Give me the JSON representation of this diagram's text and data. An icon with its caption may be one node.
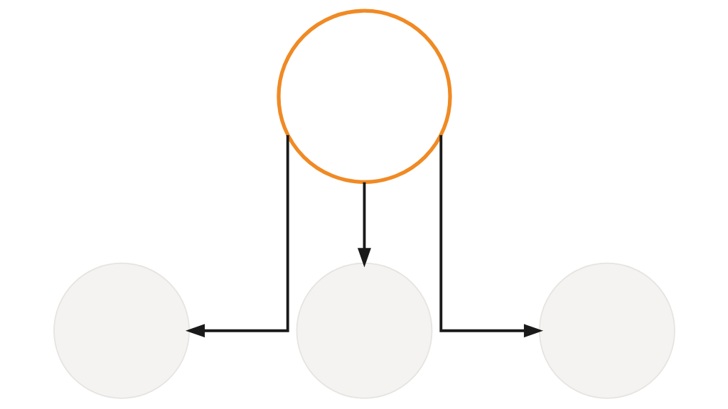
{
  "diagram": {
    "nodes": [
      {
        "text": [],
        "shape": "circle"
      },
      {
        "text": [],
        "shape": "circle"
      },
      {
        "text": [],
        "shape": "circle"
      },
      {
        "text": [],
        "shape": "circle"
      }
    ],
    "edges": [
      {
        "from": 0,
        "to": 1,
        "arrow": "to"
      },
      {
        "from": 0,
        "to": 2,
        "arrow": "to"
      },
      {
        "from": 0,
        "to": 3,
        "arrow": "to"
      }
    ]
  }
}
